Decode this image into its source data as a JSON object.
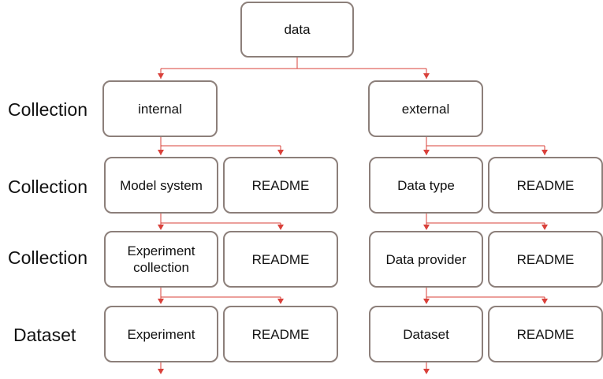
{
  "nodes": {
    "root": "data",
    "internal": "internal",
    "external": "external",
    "model_system": "Model system",
    "int_readme_1": "README",
    "data_type": "Data type",
    "ext_readme_1": "README",
    "experiment_collection": "Experiment collection",
    "int_readme_2": "README",
    "data_provider": "Data provider",
    "ext_readme_2": "README",
    "experiment": "Experiment",
    "int_readme_3": "README",
    "dataset": "Dataset",
    "ext_readme_3": "README"
  },
  "row_labels": [
    "Collection",
    "Collection",
    "Collection",
    "Dataset"
  ],
  "colors": {
    "connector": "#d9403a",
    "box_border": "#8c7f7a"
  }
}
